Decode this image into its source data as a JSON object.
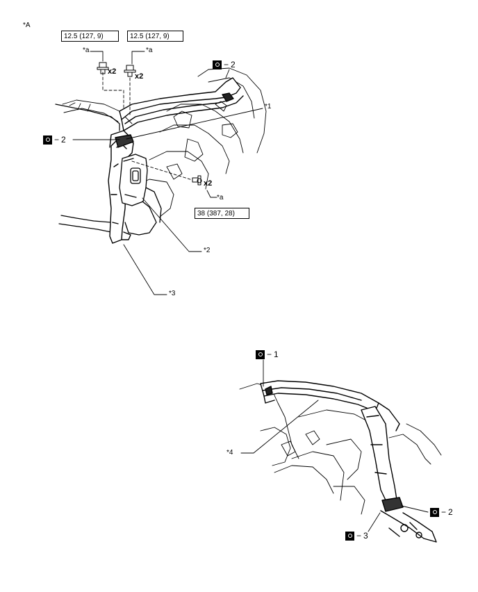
{
  "figure_label": "*A",
  "callouts": {
    "a": "*a",
    "one": "*1",
    "two": "*2",
    "three": "*3",
    "four": "*4"
  },
  "torques": {
    "left_bolt": "12.5 (127, 9)",
    "middle_bolt": "12.5 (127, 9)",
    "side_bolt": "38 (387, 28)"
  },
  "quantity": "x2",
  "marks": {
    "top_right": "2",
    "top_left": "2",
    "bottom_top": "1",
    "bottom_right": "2",
    "bottom_left": "3"
  },
  "mark_dash": "−",
  "icons": [
    "paint-mark-icon",
    "bolt-icon"
  ]
}
